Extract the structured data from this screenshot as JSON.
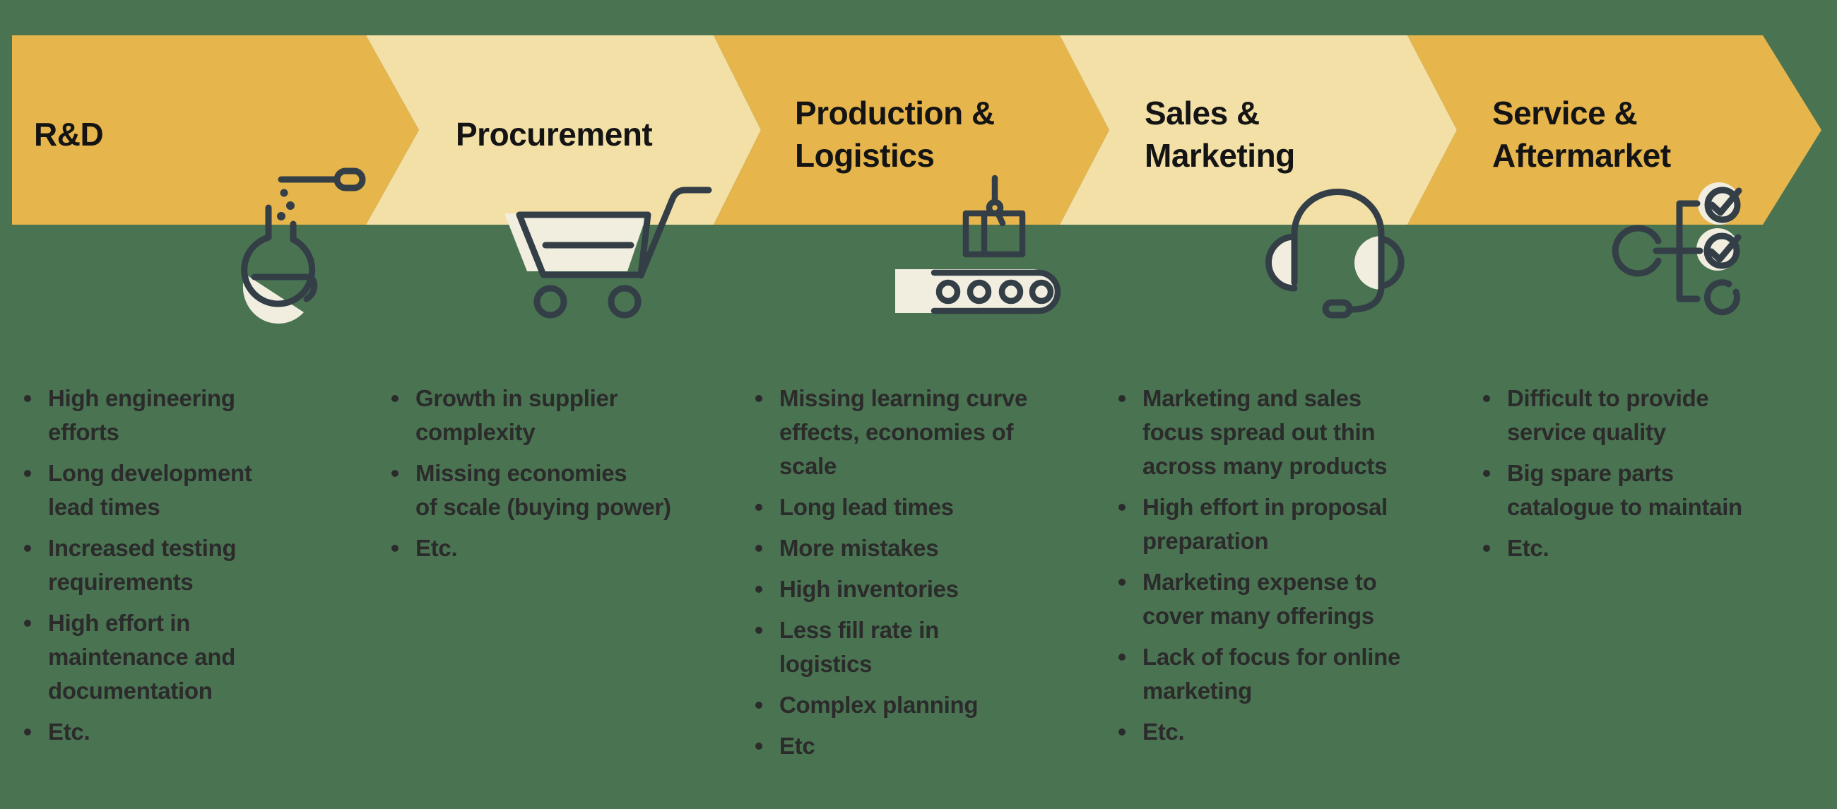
{
  "colors": {
    "background": "#4a7352",
    "chevron_dark": "#e6b54c",
    "chevron_light": "#f3e0a6",
    "ink": "#333e47",
    "icon_fill": "#f1eedf",
    "heading_text": "#141414",
    "body_text": "#2b2b2b"
  },
  "stages": [
    {
      "title": "R&D",
      "icon": "flask-dropper-icon",
      "items": [
        "High engineering\nefforts",
        "Long development\nlead times",
        "Increased testing\nrequirements",
        "High effort in\nmaintenance and\ndocumentation",
        "Etc."
      ]
    },
    {
      "title": "Procurement",
      "icon": "shopping-cart-icon",
      "items": [
        "Growth in supplier\ncomplexity",
        "Missing economies\nof scale (buying power)",
        "Etc."
      ]
    },
    {
      "title": "Production &\nLogistics",
      "icon": "conveyor-belt-icon",
      "items": [
        "Missing learning curve\neffects, economies of\nscale",
        "Long lead times",
        "More mistakes",
        "High inventories",
        "Less fill rate in\nlogistics",
        "Complex planning",
        "Etc"
      ]
    },
    {
      "title": "Sales &\nMarketing",
      "icon": "headset-icon",
      "items": [
        "Marketing and sales\nfocus spread out thin\nacross many products",
        "High effort in proposal\npreparation",
        "Marketing expense to\ncover many offerings",
        "Lack of focus for online\nmarketing",
        "Etc."
      ]
    },
    {
      "title": "Service &\nAftermarket",
      "icon": "checklist-icon",
      "items": [
        "Difficult to provide\nservice quality",
        "Big spare parts\ncatalogue to maintain",
        "Etc."
      ]
    }
  ]
}
